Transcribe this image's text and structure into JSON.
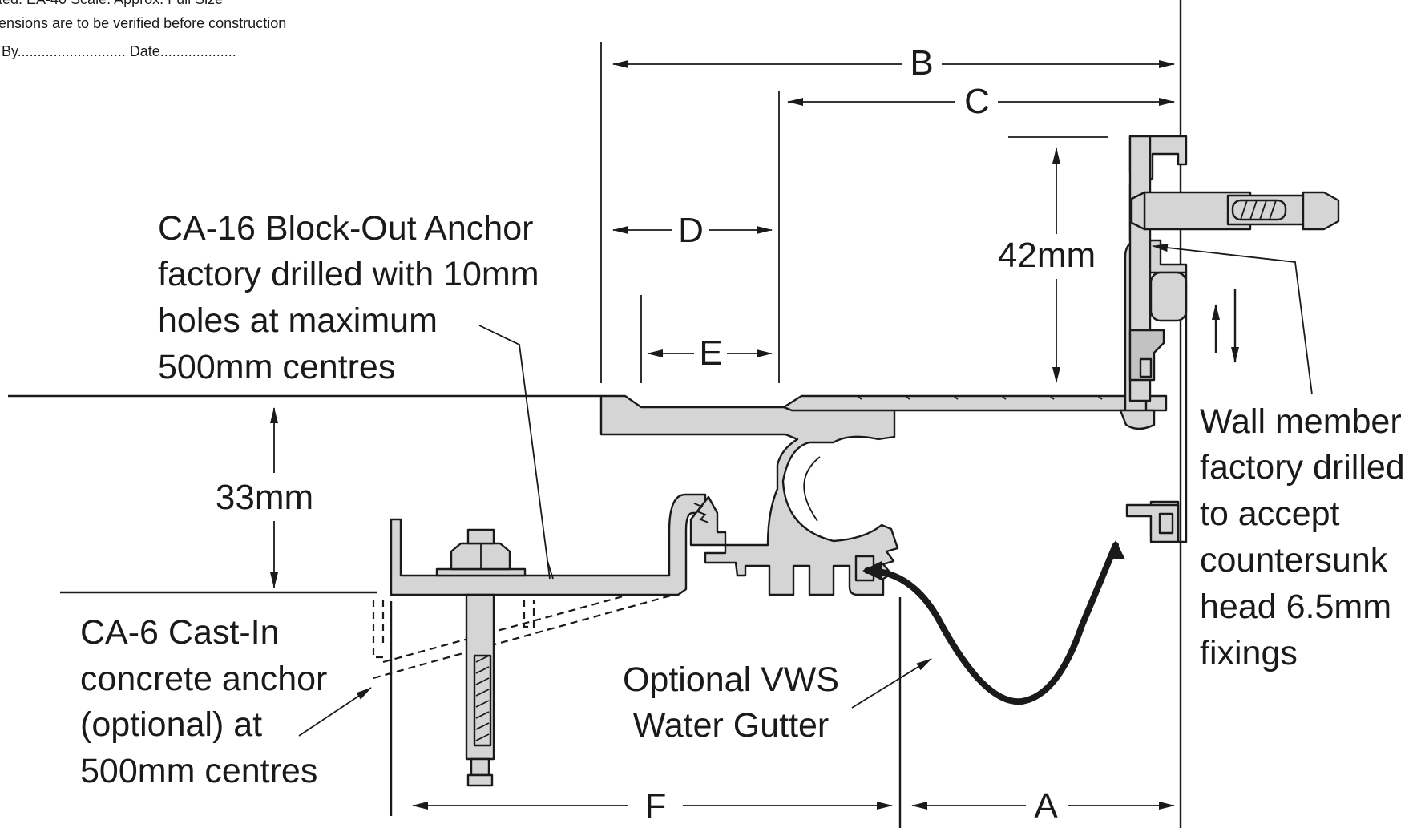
{
  "header": {
    "line1": "ted: EA-40   Scale: Approx. Full Size",
    "line2": "ensions are to be verified before construction",
    "line3": "By...........................     Date..................."
  },
  "dimensions": {
    "a": "A",
    "b": "B",
    "c": "C",
    "d": "D",
    "e": "E",
    "f": "F",
    "height_42": "42mm",
    "height_33": "33mm"
  },
  "labels": {
    "block_out_anchor": [
      "CA-16 Block-Out Anchor",
      "factory drilled with 10mm",
      "holes at maximum",
      "500mm centres"
    ],
    "cast_in_anchor": [
      "CA-6 Cast-In",
      "concrete anchor",
      "(optional) at",
      "500mm centres"
    ],
    "water_gutter": [
      "Optional VWS",
      "Water Gutter"
    ],
    "wall_member": [
      "Wall member",
      "factory drilled",
      "to accept",
      "countersunk",
      "head 6.5mm",
      "fixings"
    ]
  },
  "colors": {
    "aluminium": "#d5d5d5",
    "insert": "#c2c2c2",
    "ink": "#1a1a1a"
  }
}
